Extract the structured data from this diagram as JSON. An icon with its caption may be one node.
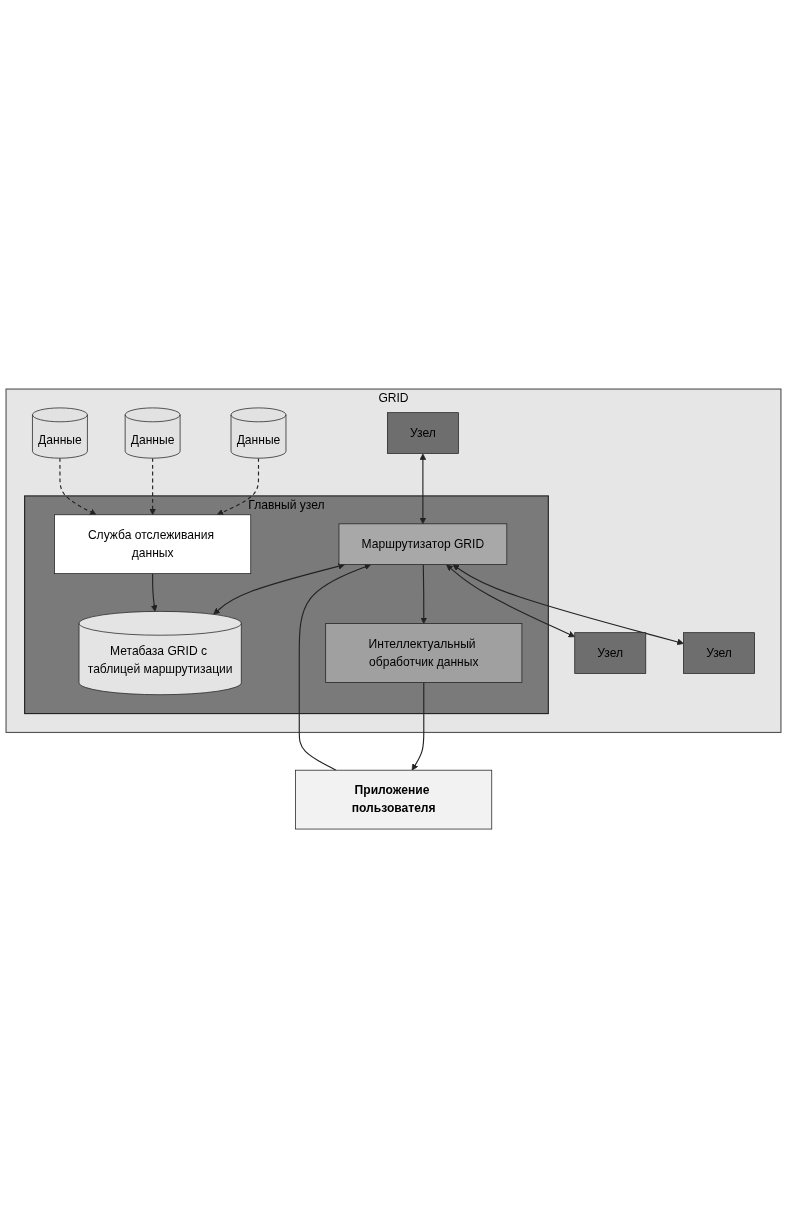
{
  "diagram": {
    "nodes": [
      {
        "text": [
          "GRID"
        ]
      },
      {
        "text": [
          "Главный узел"
        ],
        "in": 0
      },
      {
        "text": [
          "Маршрутизатор GRID"
        ],
        "in": 1
      },
      {
        "text": [
          "Метабаза GRID с таблицей маршрутизации"
        ],
        "in": 1
      },
      {
        "text": [
          "Служба отслеживания данных"
        ],
        "in": 1
      },
      {
        "text": [
          "Интеллектуальный обработчик данных"
        ],
        "in": 1
      },
      {
        "text": [
          "Узел"
        ],
        "in": 0
      },
      {
        "text": [
          "Данные"
        ],
        "in": 0
      },
      {
        "text": [
          "Узел"
        ],
        "in": 0
      },
      {
        "text": [
          "Данные"
        ],
        "in": 0
      },
      {
        "text": [
          "Узел"
        ],
        "in": 0
      },
      {
        "text": [
          "Данные"
        ],
        "in": 0
      },
      {
        "text": [
          "Приложение пользователя"
        ]
      }
    ],
    "edges": [
      {
        "from": 6,
        "to": 2,
        "arrow": "both"
      },
      {
        "from": 2,
        "to": 8,
        "arrow": "both"
      },
      {
        "from": 2,
        "to": 10,
        "arrow": "both"
      },
      {
        "from": 2,
        "to": 3,
        "arrow": "both"
      },
      {
        "from": 4,
        "to": 3,
        "arrow": "to"
      },
      {
        "from": 2,
        "to": 5,
        "arrow": "to"
      },
      {
        "from": 12,
        "to": 2,
        "arrow": "to"
      },
      {
        "from": 5,
        "to": 12,
        "arrow": "to"
      },
      {
        "from": 7,
        "to": 4,
        "arrow": "to",
        "style": "dashed"
      },
      {
        "from": 9,
        "to": 4,
        "arrow": "to",
        "style": "dashed"
      },
      {
        "from": 11,
        "to": 4,
        "arrow": "to",
        "style": "dashed"
      }
    ]
  }
}
